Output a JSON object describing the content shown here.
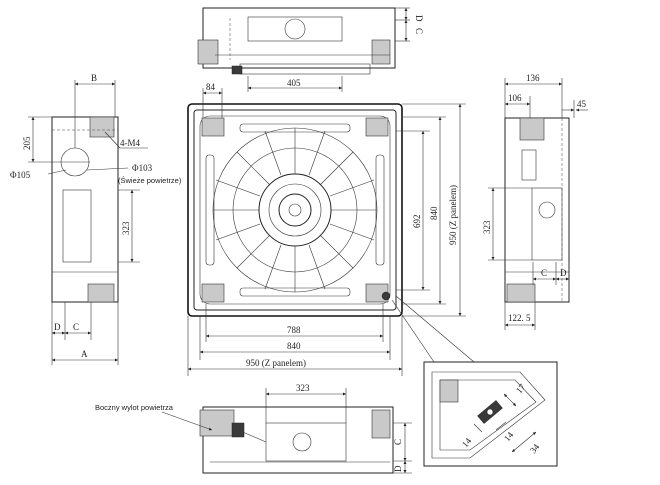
{
  "top_view": {
    "dim_d": "D",
    "dim_c": "C",
    "dim_405": "405"
  },
  "left_view": {
    "dim_b": "B",
    "dim_205": "205",
    "dim_4m4": "4-M4",
    "dim_phi103": "Φ103",
    "fresh_air": "(Świeże powietrze)",
    "dim_phi105": "Φ105",
    "dim_323": "323",
    "dim_d": "D",
    "dim_c": "C",
    "dim_a": "A"
  },
  "main_view": {
    "dim_84": "84",
    "dim_692": "692",
    "dim_840v": "840",
    "dim_950v": "950 (Z panelem)",
    "dim_788": "788",
    "dim_840h": "840",
    "dim_950h": "950 (Z panelem)"
  },
  "right_view": {
    "dim_136": "136",
    "dim_106": "106",
    "dim_45": "45",
    "dim_323": "323",
    "dim_c": "C",
    "dim_d": "D",
    "dim_1225": "122. 5"
  },
  "bottom_view": {
    "side_outlet": "Boczny wylot powietrza",
    "dim_323": "323",
    "dim_c": "C",
    "dim_d": "D"
  },
  "detail_view": {
    "dim_17": "17",
    "dim_14a": "14",
    "dim_14b": "14",
    "dim_34": "34"
  }
}
